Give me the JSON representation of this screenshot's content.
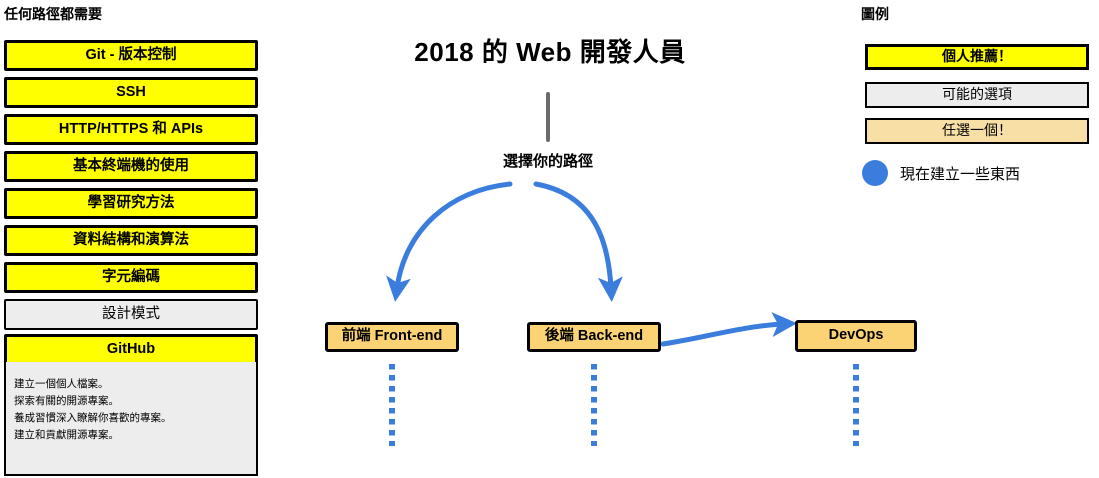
{
  "colors": {
    "recommended_yellow": "#FFFF00",
    "optional_gray": "#EDEDED",
    "pick_one_orange": "#FBD375",
    "legend_pick_orange": "#F7DFA5",
    "arrow_blue": "#3B7DDD",
    "stem_gray": "#6B6B6B",
    "outline_black": "#000000",
    "background": "#FFFFFF"
  },
  "left_column": {
    "title": "任何路徑都需要",
    "items": [
      {
        "label": "Git - 版本控制",
        "style": "recommended"
      },
      {
        "label": "SSH",
        "style": "recommended"
      },
      {
        "label": "HTTP/HTTPS 和 APIs",
        "style": "recommended"
      },
      {
        "label": "基本終端機的使用",
        "style": "recommended"
      },
      {
        "label": "學習研究方法",
        "style": "recommended"
      },
      {
        "label": "資料結構和演算法",
        "style": "recommended"
      },
      {
        "label": "字元編碼",
        "style": "recommended"
      },
      {
        "label": "設計模式",
        "style": "optional"
      },
      {
        "label": "GitHub",
        "style": "recommended"
      }
    ],
    "github_detail_lines": [
      "建立一個個人檔案。",
      "探索有關的開源專案。",
      "養成習慣深入瞭解你喜歡的專案。",
      "建立和貢獻開源專案。"
    ]
  },
  "center": {
    "title": "2018 的 Web 開發人員",
    "subtitle": "選擇你的路徑",
    "nodes": [
      {
        "label": "前端 Front-end",
        "style": "pick-one"
      },
      {
        "label": "後端 Back-end",
        "style": "pick-one"
      },
      {
        "label": "DevOps",
        "style": "pick-one"
      }
    ]
  },
  "legend": {
    "title": "圖例",
    "entries": [
      {
        "label": "個人推薦！",
        "style": "recommended"
      },
      {
        "label": "可能的選項",
        "style": "optional"
      },
      {
        "label": "任選一個！",
        "style": "pick-one"
      },
      {
        "label": "現在建立一些東西",
        "style": "build-now-dot"
      }
    ]
  }
}
